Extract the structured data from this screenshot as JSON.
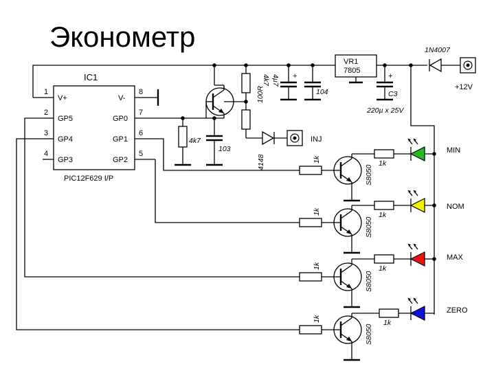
{
  "title": "Эконометр",
  "ic": {
    "ref": "IC1",
    "part": "PIC12F629 I/P",
    "pins": [
      {
        "num": "1",
        "name": "V+"
      },
      {
        "num": "2",
        "name": "GP5"
      },
      {
        "num": "3",
        "name": "GP4"
      },
      {
        "num": "4",
        "name": "GP3"
      },
      {
        "num": "8",
        "name": "V-"
      },
      {
        "num": "7",
        "name": "GP0"
      },
      {
        "num": "6",
        "name": "GP1"
      },
      {
        "num": "5",
        "name": "GP2"
      }
    ]
  },
  "regulator": {
    "ref": "VR1",
    "part": "7805"
  },
  "diode_power": "1N4007",
  "supply": "+12V",
  "c3": {
    "ref": "C3",
    "value": "220µ x 25V"
  },
  "cap_104": "104",
  "cap_103": "103",
  "cap_plus": "+",
  "r_4k7_top": "4k7",
  "c_4u7": "4µ7",
  "r_100r": "100R",
  "r_4k7_bottom": "4k7",
  "diode_4148": "4148",
  "inj_label": "INJ",
  "base_resistor": "1k",
  "led_resistor": "1k",
  "transistor": "S8050",
  "channels": [
    {
      "label": "MIN",
      "color": "#22bb22"
    },
    {
      "label": "NOM",
      "color": "#f2f200"
    },
    {
      "label": "MAX",
      "color": "#ee1111"
    },
    {
      "label": "ZERO",
      "color": "#1111dd"
    }
  ]
}
